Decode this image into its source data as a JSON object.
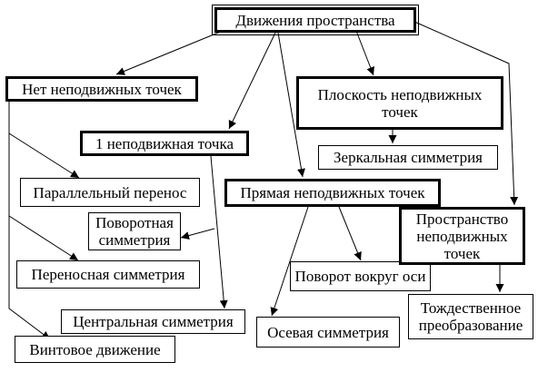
{
  "diagram": {
    "nodes": {
      "root": "Движения пространства",
      "no_fixed": "Нет неподвижных точек",
      "one_fixed": "1 неподвижная точка",
      "plane_fixed": "Плоскость неподвижных\nточек",
      "mirror": "Зеркальная симметрия",
      "line_fixed": "Прямая неподвижных точек",
      "parallel": "Параллельный перенос",
      "rotary": "Поворотная\nсимметрия",
      "translational": "Переносная симметрия",
      "central": "Центральная симметрия",
      "screw": "Винтовое движение",
      "rotation_axis": "Поворот вокруг оси",
      "axial": "Осевая симметрия",
      "space_fixed": "Пространство\nнеподвижных\nточек",
      "identity": "Тождественное\nпреобразование"
    }
  }
}
